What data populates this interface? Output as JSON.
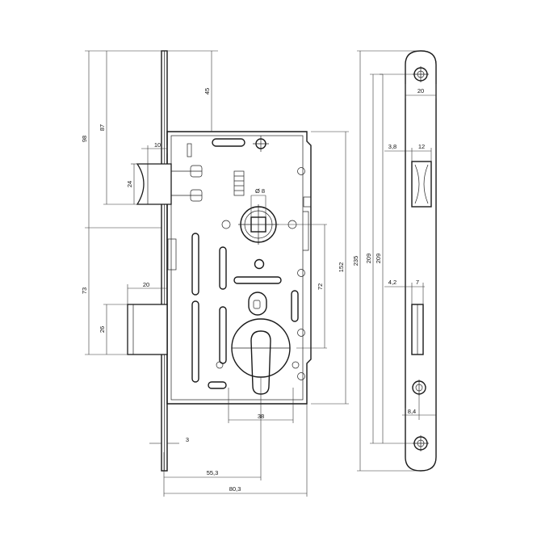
{
  "drawing": {
    "dimensions": {
      "d98": "98",
      "d87": "87",
      "d45": "45",
      "d10": "10",
      "d24": "24",
      "d73": "73",
      "d20_left": "20",
      "d26": "26",
      "d8": "Ø 8",
      "d72": "72",
      "d152": "152",
      "d235": "235",
      "d209a": "209",
      "d209b": "209",
      "d38": "38",
      "d3": "3",
      "d55_3": "55,3",
      "d80_3": "80,3",
      "d20_right": "20",
      "d3_8": "3,8",
      "d12": "12",
      "d4_2": "4,2",
      "d7": "7",
      "d8_4": "8,4"
    }
  }
}
